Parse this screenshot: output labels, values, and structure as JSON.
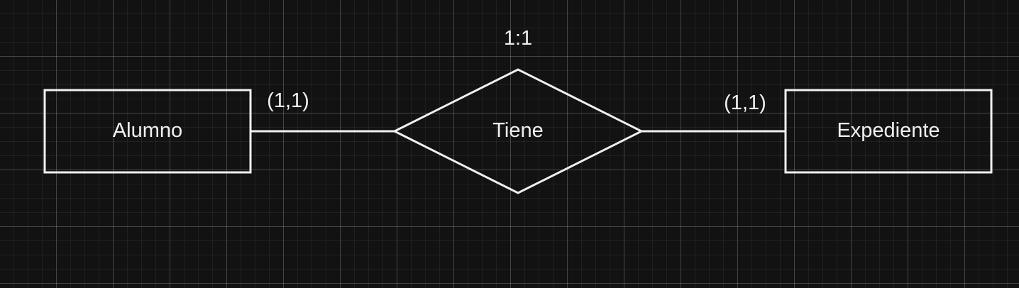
{
  "diagram": {
    "entities": [
      {
        "id": "alumno",
        "label": "Alumno"
      },
      {
        "id": "expediente",
        "label": "Expediente"
      }
    ],
    "relationship": {
      "label": "Tiene",
      "cardinality": "1:1"
    },
    "participation": {
      "left": "(1,1)",
      "right": "(1,1)"
    },
    "colors": {
      "background": "#121212",
      "stroke": "#f0f0f0",
      "text": "#f0f0f0"
    }
  }
}
